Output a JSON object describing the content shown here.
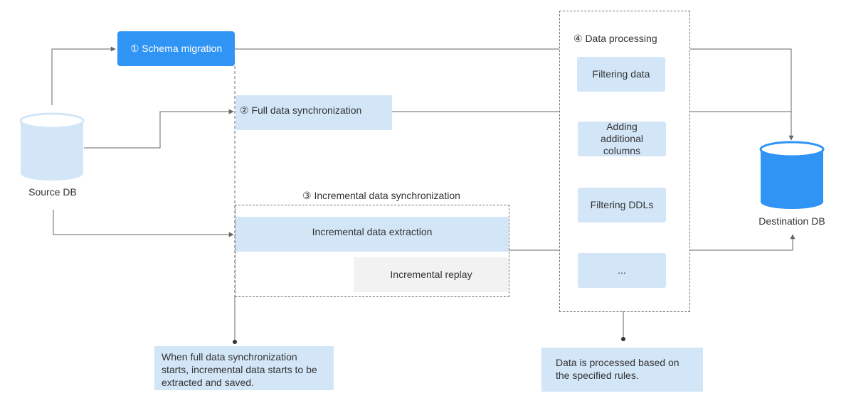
{
  "source_db": {
    "label": "Source DB",
    "color": "#d3e6f8"
  },
  "destination_db": {
    "label": "Destination DB",
    "color": "#3094f5"
  },
  "steps": {
    "schema_migration": "① Schema migration",
    "full_sync": "② Full data synchronization",
    "incremental_sync": "③ Incremental data synchronization",
    "incremental_extraction": "Incremental data extraction",
    "incremental_replay": "Incremental replay",
    "data_processing": "④ Data processing"
  },
  "processing_items": [
    "Filtering data",
    "Adding additional columns",
    "Filtering DDLs",
    "..."
  ],
  "notes": {
    "incremental_note": "When full data synchronization starts, incremental data starts to be extracted and saved.",
    "processing_note": "Data is processed based on the specified rules."
  },
  "colors": {
    "accent": "#3094f5",
    "light_fill": "#d3e6f8",
    "grey_fill": "#f2f2f2",
    "line": "#666666"
  }
}
